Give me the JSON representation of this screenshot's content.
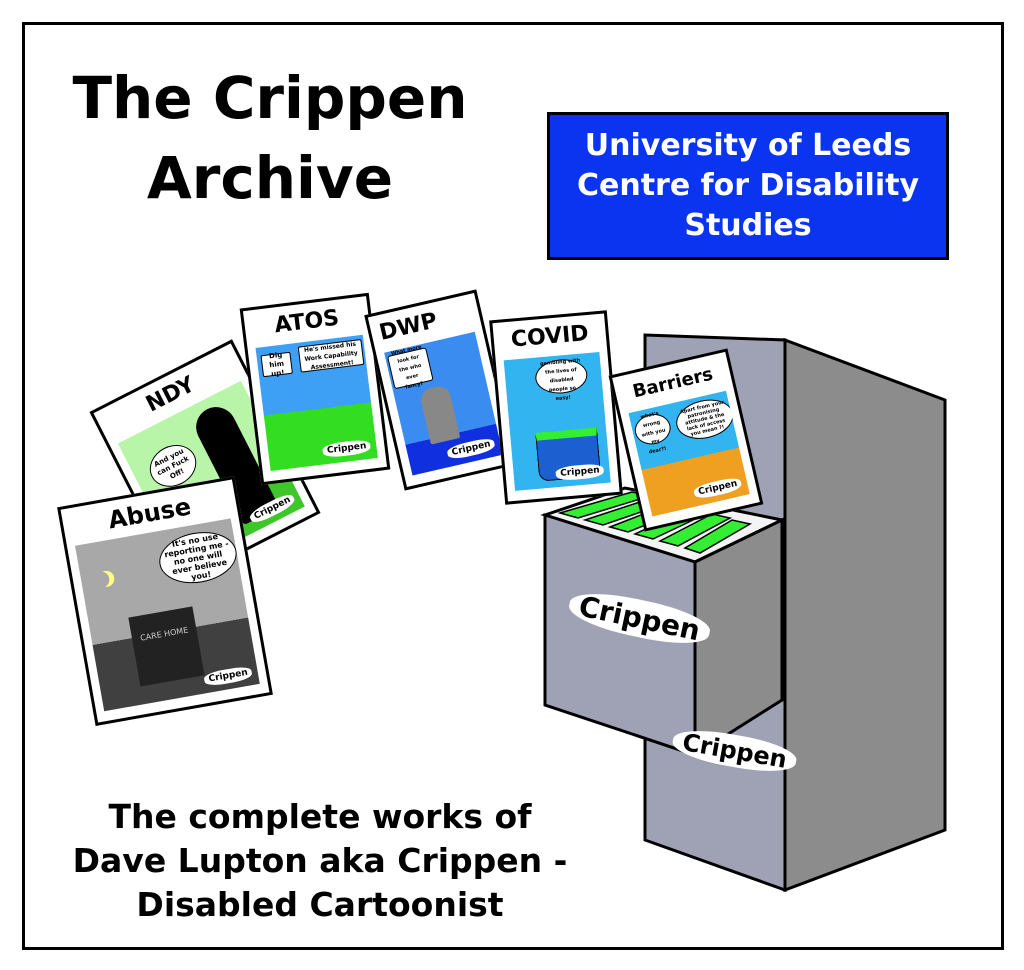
{
  "title_line1": "The Crippen",
  "title_line2": "Archive",
  "institution": {
    "line1": "University of Leeds",
    "line2": "Centre for Disability",
    "line3": "Studies",
    "color": "#0a34f0"
  },
  "description": {
    "line1": "The complete works of",
    "line2": "Dave Lupton aka Crippen -",
    "line3": "Disabled Cartoonist"
  },
  "cards": [
    {
      "title": "NDY",
      "speech": "And you can Fuck Off!",
      "logo": "Crippen"
    },
    {
      "title": "ATOS",
      "speech": "He's missed his Work Capability Assessment!",
      "speech2": "Dig him up!",
      "logo": "Crippen"
    },
    {
      "title": "DWP",
      "speech": "What more look for the who ever fancy?",
      "logo": "Crippen"
    },
    {
      "title": "COVID",
      "speech": "You make gambling with the lives of disabled people so easy!",
      "logo": "Crippen"
    },
    {
      "title": "Barriers",
      "speech": "So, what's wrong with you my dear?!",
      "speech2": "Apart from your patronising attitude & the lack of access you mean ?!",
      "logo": "Crippen"
    },
    {
      "title": "Abuse",
      "speech": "It's no use reporting me - no one will ever believe you!",
      "sign": "CARE HOME",
      "logo": "Crippen"
    }
  ],
  "cabinet": {
    "drawer_label": "Crippen",
    "lower_label": "Crippen"
  }
}
